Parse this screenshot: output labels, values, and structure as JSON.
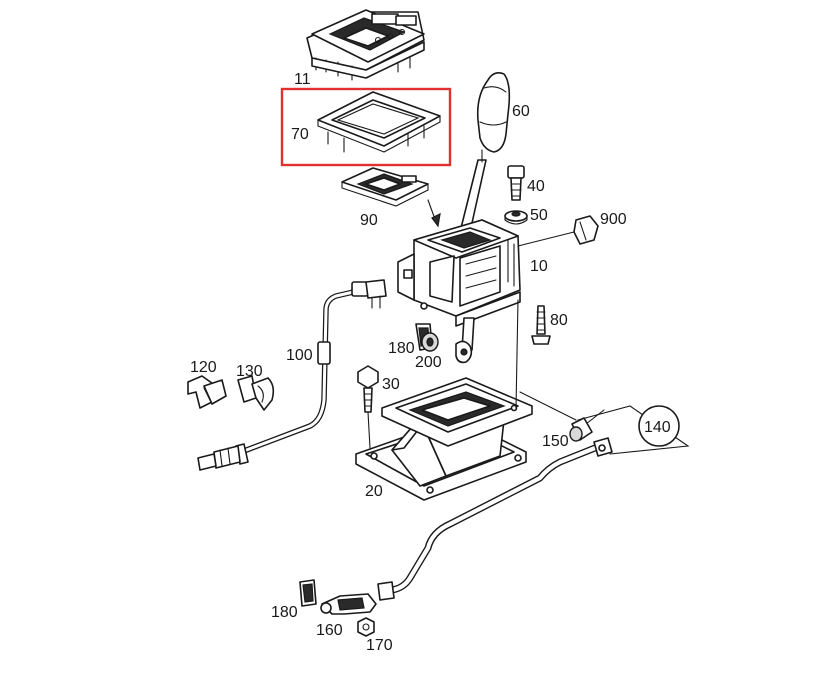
{
  "labels": {
    "p11": "11",
    "p60": "60",
    "p70": "70",
    "p40": "40",
    "p50": "50",
    "p900": "900",
    "p90": "90",
    "p10": "10",
    "p80": "80",
    "p180a": "180",
    "p200": "200",
    "p100": "100",
    "p120": "120",
    "p130": "130",
    "p30": "30",
    "p150": "150",
    "p140": "140",
    "p20": "20",
    "p180b": "180",
    "p160": "160",
    "p170": "170"
  },
  "highlight": {
    "part": "70",
    "color": "#e03030"
  }
}
